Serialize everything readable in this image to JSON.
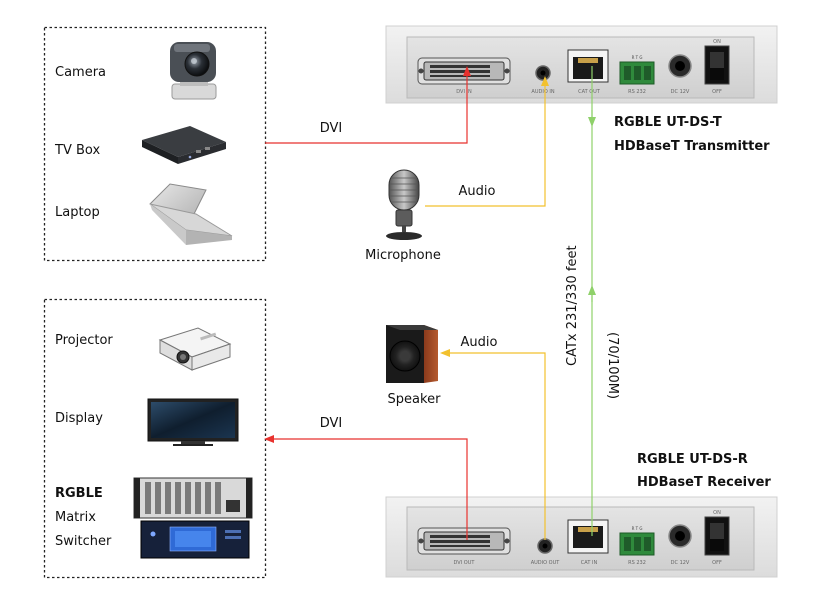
{
  "sources": {
    "camera": "Camera",
    "tv_box": "TV Box",
    "laptop": "Laptop"
  },
  "displays": {
    "projector": "Projector",
    "display": "Display",
    "matrix_line1": "RGBLE",
    "matrix_line2": "Matrix",
    "matrix_line3": "Switcher"
  },
  "links": {
    "dvi_in": "DVI",
    "dvi_out": "DVI",
    "audio_in": "Audio",
    "audio_out": "Audio",
    "catx_distance": "CATx  231/330 feet",
    "catx_speed": "(70/100M)"
  },
  "devices": {
    "microphone": "Microphone",
    "speaker": "Speaker"
  },
  "transmitter": {
    "model": "RGBLE UT-DS-T",
    "type": "HDBaseT Transmitter",
    "ports": {
      "dvi": "DVI IN",
      "audio": "AUDIO IN",
      "cat": "CAT OUT",
      "rs232": "RS 232",
      "dc": "DC 12V",
      "on": "ON",
      "off": "OFF"
    }
  },
  "receiver": {
    "model": "RGBLE UT-DS-R",
    "type": "HDBaseT Receiver",
    "ports": {
      "dvi": "DVI OUT",
      "audio": "AUDIO OUT",
      "cat": "CAT IN",
      "rs232": "RS 232",
      "dc": "DC 12V",
      "on": "ON",
      "off": "OFF"
    }
  },
  "colors": {
    "dvi_line": "#e8322e",
    "audio_line": "#f2c12e",
    "catx_line": "#8fd16a"
  }
}
